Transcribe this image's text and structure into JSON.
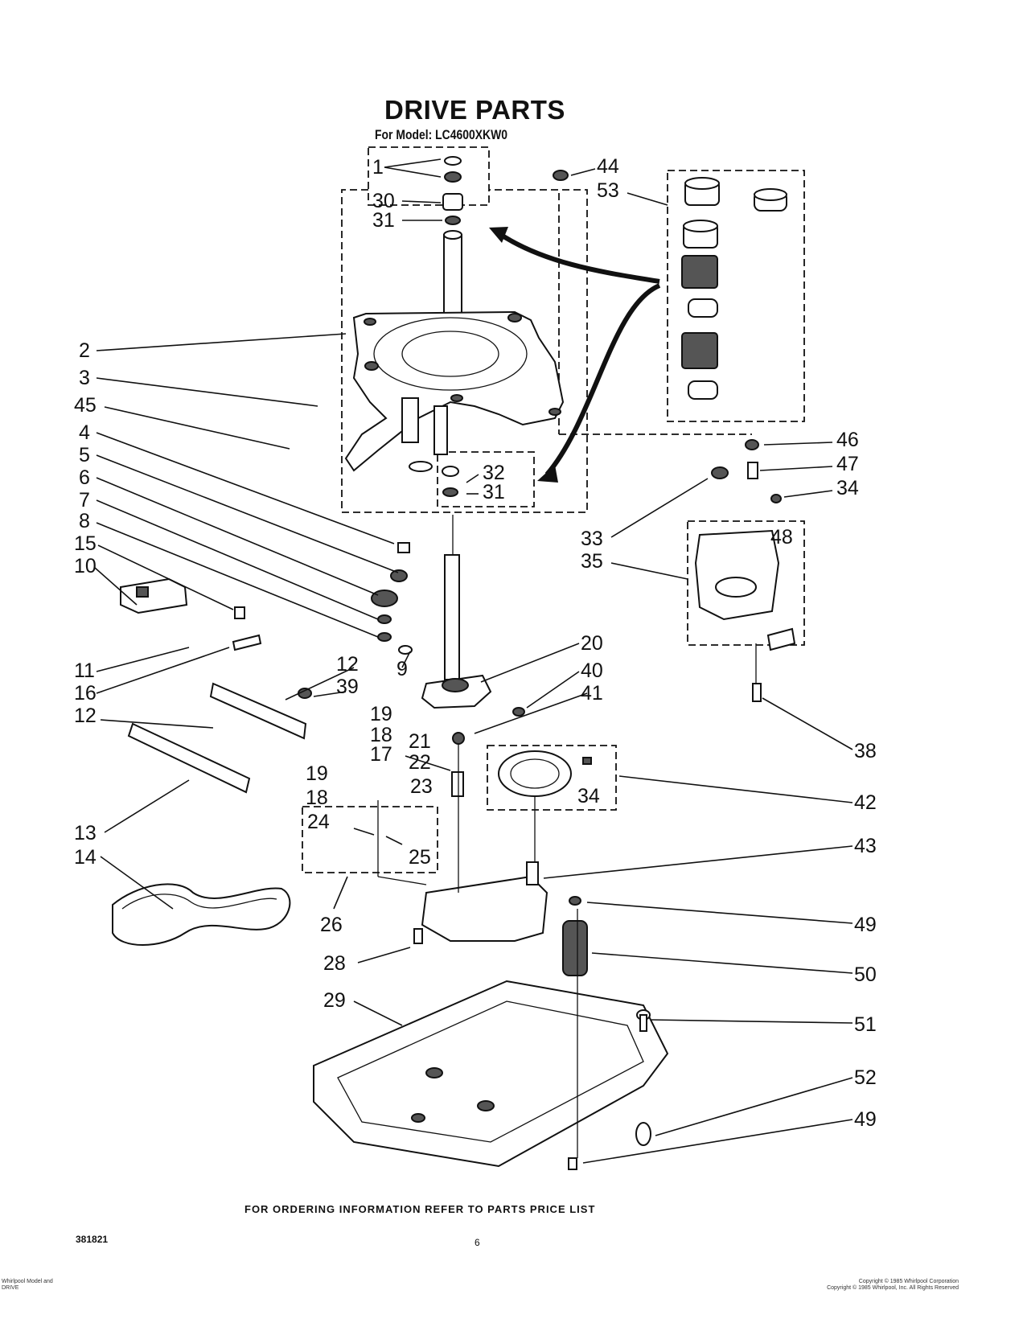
{
  "title": "DRIVE PARTS",
  "subtitle": "For Model: LC4600XKW0",
  "order_note": "FOR ORDERING INFORMATION REFER TO PARTS PRICE LIST",
  "doc_number": "381821",
  "page_number": "6",
  "footer_left": [
    "Whirlpool Model and",
    "DRIVE"
  ],
  "footer_right": [
    "Copyright © 1985 Whirlpool Corporation",
    "Copyright © 1985 Whirlpool, Inc. All Rights Reserved"
  ],
  "callouts": {
    "c1": "1",
    "c30": "30",
    "c31a": "31",
    "c44": "44",
    "c53": "53",
    "c2": "2",
    "c3": "3",
    "c45": "45",
    "c4": "4",
    "c5": "5",
    "c6": "6",
    "c7": "7",
    "c8": "8",
    "c15": "15",
    "c10": "10",
    "c11": "11",
    "c16": "16",
    "c12a": "12",
    "c39": "39",
    "c12b": "12",
    "c9": "9",
    "c19a": "19",
    "c18a": "18",
    "c17": "17",
    "c19b": "19",
    "c18b": "18",
    "c13": "13",
    "c14": "14",
    "c32": "32",
    "c31b": "31",
    "c46": "46",
    "c47": "47",
    "c34a": "34",
    "c33": "33",
    "c35": "35",
    "c48": "48",
    "c20": "20",
    "c40": "40",
    "c41": "41",
    "c21": "21",
    "c22": "22",
    "c23": "23",
    "c24": "24",
    "c25": "25",
    "c26": "26",
    "c28": "28",
    "c29": "29",
    "c38": "38",
    "c42": "42",
    "c34b": "34",
    "c43": "43",
    "c49a": "49",
    "c50": "50",
    "c51": "51",
    "c52": "52",
    "c49b": "49"
  }
}
